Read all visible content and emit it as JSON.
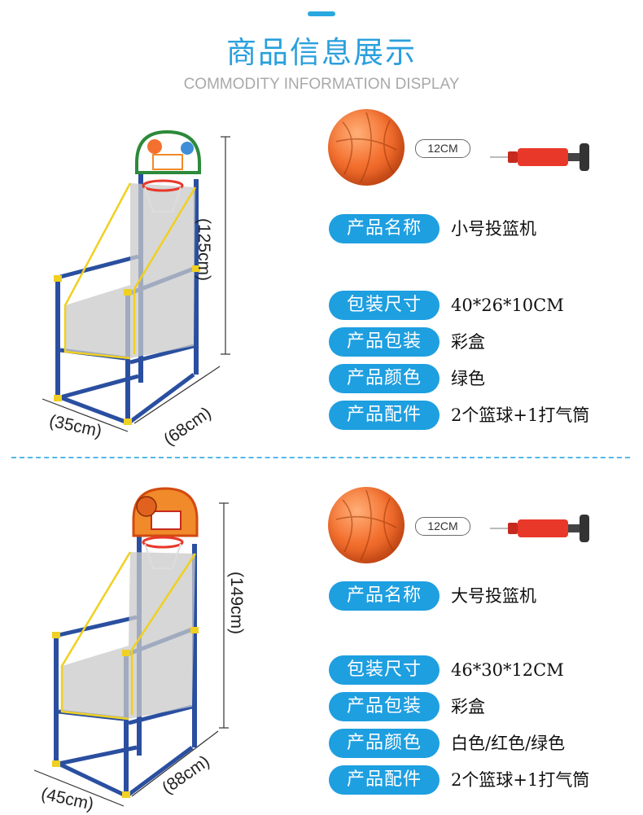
{
  "header": {
    "title": "商品信息展示",
    "subtitle": "COMMODITY INFORMATION DISPLAY"
  },
  "products": [
    {
      "dims": {
        "height": "(125cm)",
        "depth": "(68cm)",
        "width": "(35cm)"
      },
      "ball_size": "12CM",
      "name_label": "产品名称",
      "name_value": "小号投篮机",
      "pack_size_label": "包装尺寸",
      "pack_size_value": "40*26*10CM",
      "packaging_label": "产品包装",
      "packaging_value": "彩盒",
      "color_label": "产品颜色",
      "color_value": "绿色",
      "accessories_label": "产品配件",
      "accessories_value": "2个篮球+1打气筒"
    },
    {
      "dims": {
        "height": "(149cm)",
        "depth": "(88cm)",
        "width": "(45cm)"
      },
      "ball_size": "12CM",
      "name_label": "产品名称",
      "name_value": "大号投篮机",
      "pack_size_label": "包装尺寸",
      "pack_size_value": "46*30*12CM",
      "packaging_label": "产品包装",
      "packaging_value": "彩盒",
      "color_label": "产品颜色",
      "color_value": "白色/红色/绿色",
      "accessories_label": "产品配件",
      "accessories_value": "2个篮球+1打气筒"
    }
  ],
  "colors": {
    "accent": "#1e9fe0",
    "title": "#2a9fdc",
    "frame_blue": "#2a4fa0",
    "frame_yellow": "#f0d020",
    "ball_orange": "#f3702f",
    "pump_red": "#e8382a"
  }
}
